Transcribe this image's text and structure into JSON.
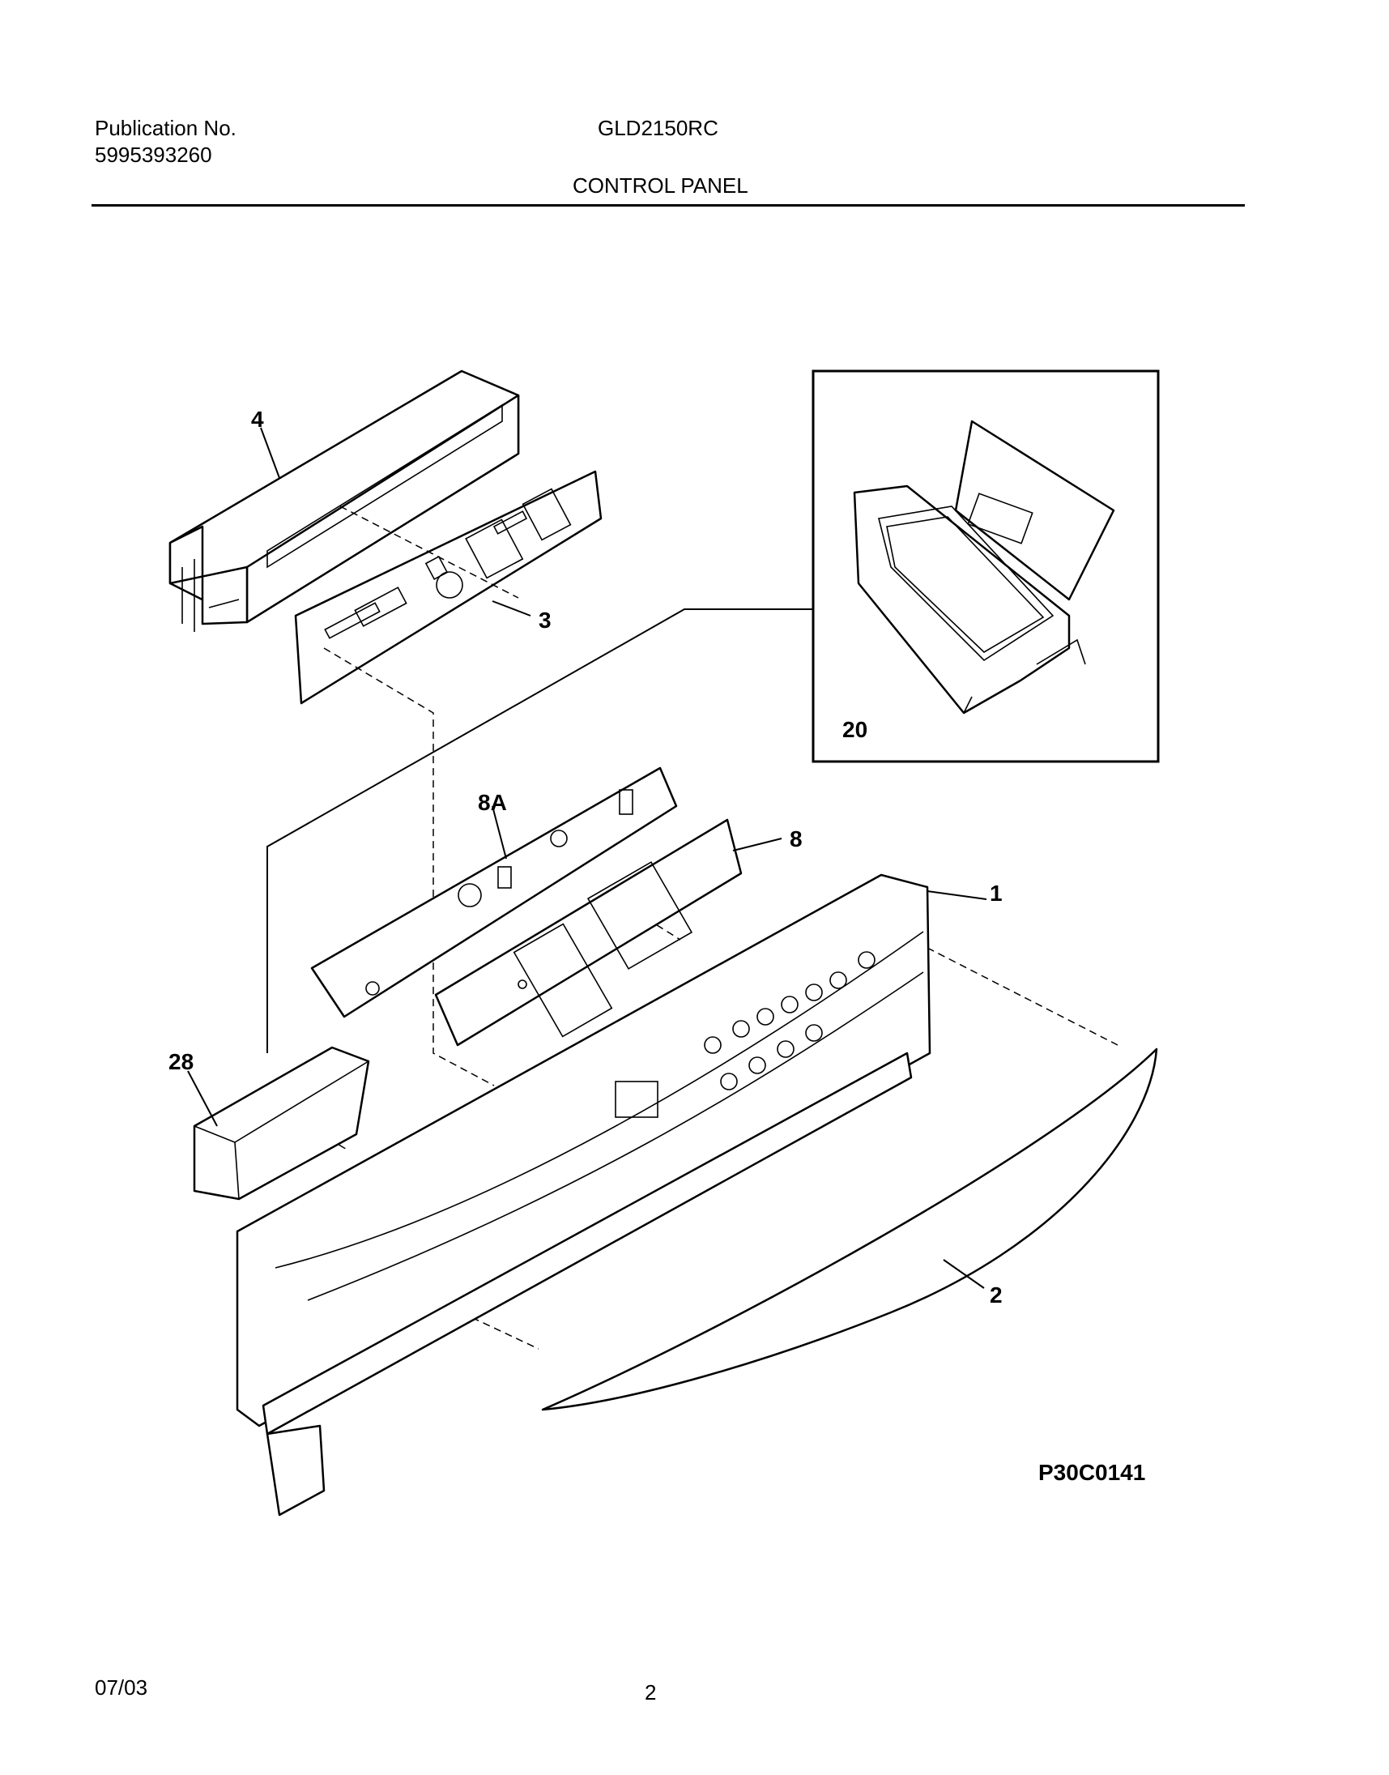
{
  "header": {
    "publication_label": "Publication No.",
    "publication_number": "5995393260",
    "model": "GLD2150RC",
    "section_title": "CONTROL PANEL"
  },
  "diagram": {
    "callouts": [
      "4",
      "3",
      "20",
      "8A",
      "8",
      "1",
      "28",
      "2"
    ],
    "drawing_code": "P30C0141"
  },
  "footer": {
    "date": "07/03",
    "page": "2"
  }
}
